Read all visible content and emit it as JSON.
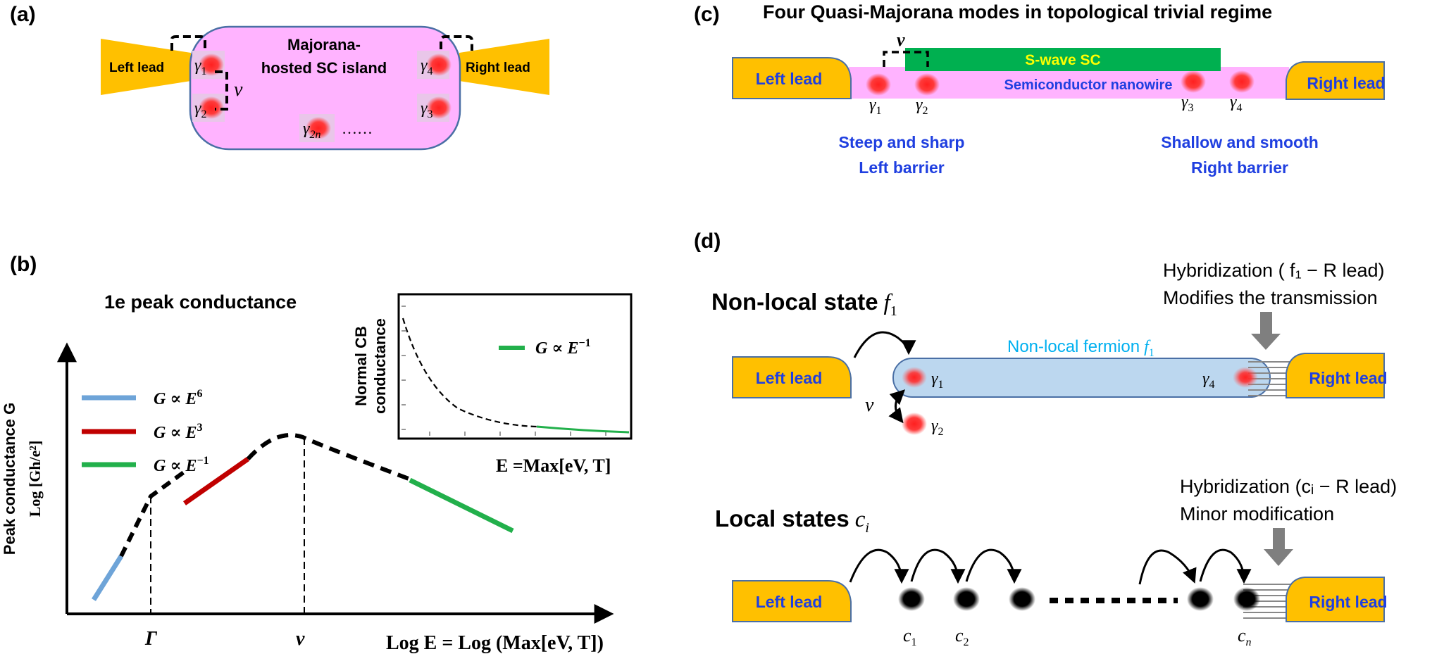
{
  "panel_a": {
    "label": "(a)",
    "left_lead": "Left lead",
    "right_lead": "Right lead",
    "island_line1": "Majorana-",
    "island_line2": "hosted SC island",
    "gamma_1": "γ",
    "gamma_1_sub": "1",
    "gamma_2": "γ",
    "gamma_2_sub": "2",
    "gamma_3": "γ",
    "gamma_3_sub": "3",
    "gamma_4": "γ",
    "gamma_4_sub": "4",
    "gamma_2n": "γ",
    "gamma_2n_sub": "2n",
    "dots": "……",
    "nu": "ν"
  },
  "panel_b": {
    "label": "(b)",
    "title": "1e peak conductance",
    "ylabel_line1": "Peak conductance G",
    "ylabel_line2": "Log [Gh/e²]",
    "xlabel": "Log E = Log (Max[eV, T])",
    "tick_gamma": "Γ",
    "tick_nu": "ν",
    "legend": [
      {
        "label": "G ∝ E",
        "exp": "6",
        "color": "#6ea4d8"
      },
      {
        "label": "G ∝ E",
        "exp": "3",
        "color": "#c00000"
      },
      {
        "label": "G ∝ E",
        "exp": "−1",
        "color": "#22b04b"
      }
    ],
    "inset": {
      "ylabel_line1": "Normal CB",
      "ylabel_line2": "conductance",
      "legend_label": "G ∝ E",
      "legend_exp": "−1",
      "xlabel": "E =Max[eV, T]"
    }
  },
  "panel_c": {
    "label": "(c)",
    "title": "Four Quasi-Majorana modes in topological trivial regime",
    "swave": "S-wave SC",
    "nanowire": "Semiconductor nanowire",
    "left_lead": "Left lead",
    "right_lead": "Right lead",
    "nu": "ν",
    "gammas": [
      {
        "sym": "γ",
        "sub": "1"
      },
      {
        "sym": "γ",
        "sub": "2"
      },
      {
        "sym": "γ",
        "sub": "3"
      },
      {
        "sym": "γ",
        "sub": "4"
      }
    ],
    "left_barrier_line1": "Steep and sharp",
    "left_barrier_line2": "Left barrier",
    "right_barrier_line1": "Shallow and smooth",
    "right_barrier_line2": "Right barrier"
  },
  "panel_d": {
    "label": "(d)",
    "nonlocal_title": "Non-local state",
    "nonlocal_sym": "f",
    "nonlocal_sub": "1",
    "hyb1_line1": "Hybridization ( f₁ − R  lead)",
    "hyb1_line2": "Modifies the transmission",
    "fermion_label": "Non-local fermion",
    "fermion_sym": "f",
    "fermion_sub": "1",
    "left_lead": "Left lead",
    "right_lead": "Right lead",
    "gamma_1": "γ",
    "gamma_1_sub": "1",
    "gamma_2": "γ",
    "gamma_2_sub": "2",
    "gamma_4": "γ",
    "gamma_4_sub": "4",
    "nu": "ν",
    "local_title": "Local states",
    "local_sym": "c",
    "local_sub": "i",
    "hyb2_line1": "Hybridization (cᵢ − R lead)",
    "hyb2_line2": "Minor modification",
    "c1": "c",
    "c1_sub": "1",
    "c2": "c",
    "c2_sub": "2",
    "cn": "c",
    "cn_sub": "n"
  },
  "colors": {
    "lead_orange": "#ffc000",
    "island_pink": "#ffb3ff",
    "swave_green": "#00b050",
    "blue_text": "#1f3fe0",
    "fermion_blue": "#bcd7ef",
    "fermion_label": "#00b0f0",
    "majorana_red": "#ff2020",
    "arrow_gray": "#7f7f7f"
  }
}
